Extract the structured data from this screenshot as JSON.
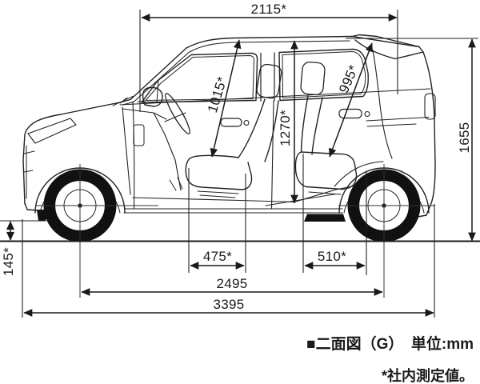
{
  "diagram": {
    "type": "vehicle-side-view-dimension-drawing",
    "caption": "■二面図（G）　単位:mm",
    "footnote": "*社内測定値。",
    "unit": "mm",
    "colors": {
      "line": "#1a1a1a",
      "background": "#ffffff"
    },
    "dimensions": {
      "roof_length": {
        "label": "2115*",
        "value": 2115
      },
      "front_seat_height": {
        "label": "1015*",
        "value": 1015
      },
      "interior_height": {
        "label": "1270*",
        "value": 1270
      },
      "rear_seat_height": {
        "label": "995*",
        "value": 995
      },
      "overall_height": {
        "label": "1655",
        "value": 1655
      },
      "ground_clearance": {
        "label": "145*",
        "value": 145
      },
      "front_seat_length": {
        "label": "475*",
        "value": 475
      },
      "rear_seat_length": {
        "label": "510*",
        "value": 510
      },
      "wheelbase": {
        "label": "2495",
        "value": 2495
      },
      "overall_length": {
        "label": "3395",
        "value": 3395
      }
    }
  }
}
